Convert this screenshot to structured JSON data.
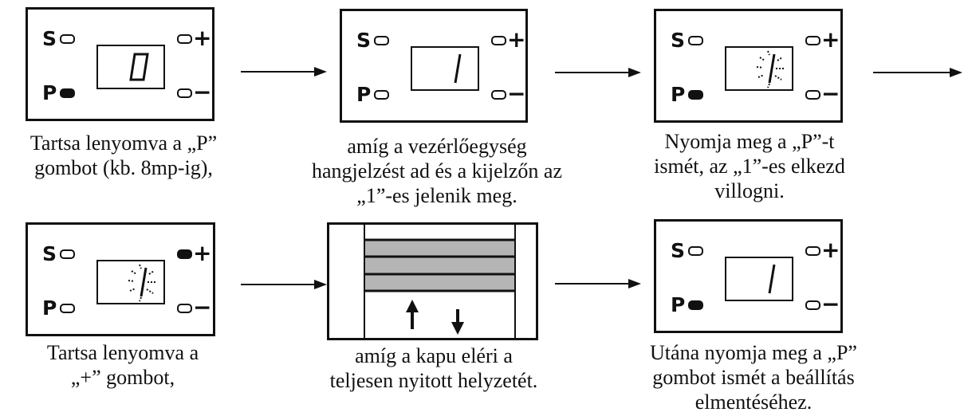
{
  "panel_labels": {
    "s": "S",
    "p": "P",
    "plus": "+",
    "minus": "−"
  },
  "panels": [
    {
      "id": "p1",
      "digit": "0",
      "blinking": false,
      "lit": {
        "s": false,
        "p": true,
        "plus": false,
        "minus": false
      }
    },
    {
      "id": "p2",
      "digit": "1",
      "blinking": false,
      "lit": {
        "s": false,
        "p": false,
        "plus": false,
        "minus": false
      }
    },
    {
      "id": "p3",
      "digit": "1",
      "blinking": true,
      "lit": {
        "s": false,
        "p": true,
        "plus": false,
        "minus": false
      }
    },
    {
      "id": "p4",
      "digit": "1",
      "blinking": true,
      "lit": {
        "s": false,
        "p": false,
        "plus": true,
        "minus": false
      }
    },
    {
      "id": "p6",
      "digit": "1",
      "blinking": false,
      "lit": {
        "s": false,
        "p": true,
        "plus": false,
        "minus": false
      }
    }
  ],
  "captions": {
    "c1": "Tartsa lenyomva a „P”\ngombot (kb. 8mp-ig),",
    "c2": "amíg a vezérlőegység\nhangjelzést ad és a kijelzőn az\n„1”-es jelenik meg.",
    "c3": "Nyomja meg a „P”-t\nismét, az „1”-es elkezd\nvillogni.",
    "c4": "Tartsa lenyomva a\n„+” gombot,",
    "c5": "amíg a kapu eléri a\nteljesen nyitott helyzetét.",
    "c6": "Utána nyomja meg a „P”\ngombot ismét a beállítás\nelmentéséhez."
  }
}
